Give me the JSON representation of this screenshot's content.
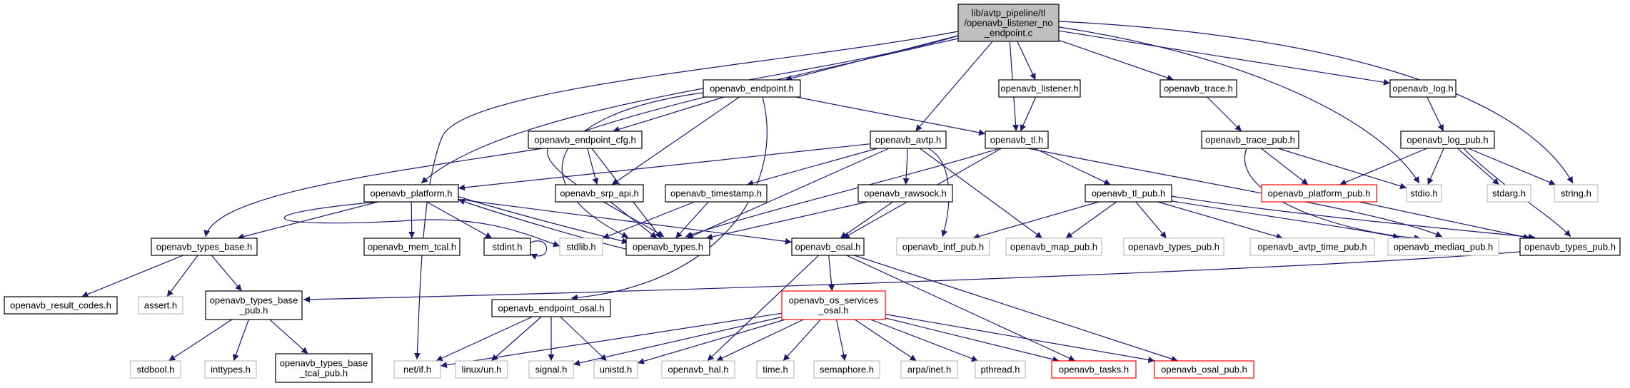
{
  "title": "lib/avtp_pipeline/tl/openavb_listener_no_endpoint.c",
  "colors": {
    "edge": "#191970",
    "focus_fill": "#bfbfbf",
    "border_documented": "#000000",
    "border_truncated": "#ff0000",
    "border_undocumented": "#bfbfbf",
    "text": "#000000"
  },
  "nodes": [
    {
      "id": "root",
      "lines": [
        "lib/avtp_pipeline/tl",
        "/openavb_listener_no",
        "_endpoint.c"
      ],
      "style": "focus"
    },
    {
      "id": "endpoint",
      "lines": [
        "openavb_endpoint.h"
      ],
      "style": "documented"
    },
    {
      "id": "listener",
      "lines": [
        "openavb_listener.h"
      ],
      "style": "documented"
    },
    {
      "id": "trace",
      "lines": [
        "openavb_trace.h"
      ],
      "style": "documented"
    },
    {
      "id": "log",
      "lines": [
        "openavb_log.h"
      ],
      "style": "documented"
    },
    {
      "id": "endpoint_cfg",
      "lines": [
        "openavb_endpoint_cfg.h"
      ],
      "style": "documented"
    },
    {
      "id": "avtp",
      "lines": [
        "openavb_avtp.h"
      ],
      "style": "documented"
    },
    {
      "id": "tl",
      "lines": [
        "openavb_tl.h"
      ],
      "style": "documented"
    },
    {
      "id": "trace_pub",
      "lines": [
        "openavb_trace_pub.h"
      ],
      "style": "documented"
    },
    {
      "id": "log_pub",
      "lines": [
        "openavb_log_pub.h"
      ],
      "style": "documented"
    },
    {
      "id": "platform",
      "lines": [
        "openavb_platform.h"
      ],
      "style": "documented"
    },
    {
      "id": "srp_api",
      "lines": [
        "openavb_srp_api.h"
      ],
      "style": "documented"
    },
    {
      "id": "timestamp",
      "lines": [
        "openavb_timestamp.h"
      ],
      "style": "documented"
    },
    {
      "id": "rawsock",
      "lines": [
        "openavb_rawsock.h"
      ],
      "style": "documented"
    },
    {
      "id": "tl_pub",
      "lines": [
        "openavb_tl_pub.h"
      ],
      "style": "documented"
    },
    {
      "id": "platform_pub",
      "lines": [
        "openavb_platform_pub.h"
      ],
      "style": "truncated"
    },
    {
      "id": "stdio",
      "lines": [
        "stdio.h"
      ],
      "style": "undocumented"
    },
    {
      "id": "stdarg",
      "lines": [
        "stdarg.h"
      ],
      "style": "undocumented"
    },
    {
      "id": "string",
      "lines": [
        "string.h"
      ],
      "style": "undocumented"
    },
    {
      "id": "types_base",
      "lines": [
        "openavb_types_base.h"
      ],
      "style": "documented"
    },
    {
      "id": "mem_tcal",
      "lines": [
        "openavb_mem_tcal.h"
      ],
      "style": "documented"
    },
    {
      "id": "stdint",
      "lines": [
        "stdint.h"
      ],
      "style": "documented"
    },
    {
      "id": "stdlib",
      "lines": [
        "stdlib.h"
      ],
      "style": "undocumented"
    },
    {
      "id": "types",
      "lines": [
        "openavb_types.h"
      ],
      "style": "documented"
    },
    {
      "id": "osal",
      "lines": [
        "openavb_osal.h"
      ],
      "style": "documented"
    },
    {
      "id": "intf_pub",
      "lines": [
        "openavb_intf_pub.h"
      ],
      "style": "undocumented"
    },
    {
      "id": "map_pub",
      "lines": [
        "openavb_map_pub.h"
      ],
      "style": "undocumented"
    },
    {
      "id": "types_pub_u",
      "lines": [
        "openavb_types_pub.h"
      ],
      "style": "undocumented"
    },
    {
      "id": "avtp_time_pub",
      "lines": [
        "openavb_avtp_time_pub.h"
      ],
      "style": "undocumented"
    },
    {
      "id": "mediaq_pub",
      "lines": [
        "openavb_mediaq_pub.h"
      ],
      "style": "undocumented"
    },
    {
      "id": "types_pub",
      "lines": [
        "openavb_types_pub.h"
      ],
      "style": "documented"
    },
    {
      "id": "result_codes",
      "lines": [
        "openavb_result_codes.h"
      ],
      "style": "documented"
    },
    {
      "id": "assert",
      "lines": [
        "assert.h"
      ],
      "style": "undocumented"
    },
    {
      "id": "types_base_pub",
      "lines": [
        "openavb_types_base",
        "_pub.h"
      ],
      "style": "documented"
    },
    {
      "id": "endpoint_osal",
      "lines": [
        "openavb_endpoint_osal.h"
      ],
      "style": "documented"
    },
    {
      "id": "os_services_osal",
      "lines": [
        "openavb_os_services",
        "_osal.h"
      ],
      "style": "truncated"
    },
    {
      "id": "stdbool",
      "lines": [
        "stdbool.h"
      ],
      "style": "undocumented"
    },
    {
      "id": "inttypes",
      "lines": [
        "inttypes.h"
      ],
      "style": "undocumented"
    },
    {
      "id": "types_base_tcal_pub",
      "lines": [
        "openavb_types_base",
        "_tcal_pub.h"
      ],
      "style": "documented"
    },
    {
      "id": "net_if",
      "lines": [
        "net/if.h"
      ],
      "style": "undocumented"
    },
    {
      "id": "linux_un",
      "lines": [
        "linux/un.h"
      ],
      "style": "undocumented"
    },
    {
      "id": "signal",
      "lines": [
        "signal.h"
      ],
      "style": "undocumented"
    },
    {
      "id": "unistd",
      "lines": [
        "unistd.h"
      ],
      "style": "undocumented"
    },
    {
      "id": "hal",
      "lines": [
        "openavb_hal.h"
      ],
      "style": "undocumented"
    },
    {
      "id": "time",
      "lines": [
        "time.h"
      ],
      "style": "undocumented"
    },
    {
      "id": "semaphore",
      "lines": [
        "semaphore.h"
      ],
      "style": "undocumented"
    },
    {
      "id": "arpa_inet",
      "lines": [
        "arpa/inet.h"
      ],
      "style": "undocumented"
    },
    {
      "id": "pthread",
      "lines": [
        "pthread.h"
      ],
      "style": "undocumented"
    },
    {
      "id": "tasks",
      "lines": [
        "openavb_tasks.h"
      ],
      "style": "truncated"
    },
    {
      "id": "osal_pub",
      "lines": [
        "openavb_osal_pub.h"
      ],
      "style": "truncated"
    }
  ],
  "edges": [
    [
      "root",
      "endpoint"
    ],
    [
      "root",
      "listener"
    ],
    [
      "root",
      "trace"
    ],
    [
      "root",
      "log"
    ],
    [
      "root",
      "string"
    ],
    [
      "root",
      "avtp"
    ],
    [
      "root",
      "tl"
    ],
    [
      "root",
      "platform"
    ],
    [
      "root",
      "types"
    ],
    [
      "root",
      "net_if"
    ],
    [
      "root",
      "stdio"
    ],
    [
      "endpoint",
      "endpoint_cfg"
    ],
    [
      "endpoint",
      "srp_api"
    ],
    [
      "endpoint",
      "tl"
    ],
    [
      "endpoint",
      "types"
    ],
    [
      "endpoint",
      "endpoint_osal"
    ],
    [
      "listener",
      "tl"
    ],
    [
      "trace",
      "trace_pub"
    ],
    [
      "log",
      "log_pub"
    ],
    [
      "endpoint_cfg",
      "srp_api"
    ],
    [
      "endpoint_cfg",
      "types"
    ],
    [
      "endpoint_cfg",
      "types_base"
    ],
    [
      "avtp",
      "platform"
    ],
    [
      "avtp",
      "timestamp"
    ],
    [
      "avtp",
      "rawsock"
    ],
    [
      "avtp",
      "intf_pub"
    ],
    [
      "avtp",
      "map_pub"
    ],
    [
      "avtp",
      "types"
    ],
    [
      "tl",
      "tl_pub"
    ],
    [
      "tl",
      "osal"
    ],
    [
      "tl",
      "types"
    ],
    [
      "tl",
      "mediaq_pub"
    ],
    [
      "trace_pub",
      "platform_pub"
    ],
    [
      "trace_pub",
      "stdio"
    ],
    [
      "trace_pub",
      "mediaq_pub"
    ],
    [
      "log_pub",
      "platform_pub"
    ],
    [
      "log_pub",
      "stdio"
    ],
    [
      "log_pub",
      "stdarg"
    ],
    [
      "log_pub",
      "string"
    ],
    [
      "log_pub",
      "types_pub"
    ],
    [
      "platform",
      "types_base"
    ],
    [
      "platform",
      "mem_tcal"
    ],
    [
      "platform",
      "stdint"
    ],
    [
      "platform",
      "types"
    ],
    [
      "platform",
      "osal"
    ],
    [
      "platform",
      "stdlib"
    ],
    [
      "srp_api",
      "types"
    ],
    [
      "timestamp",
      "types"
    ],
    [
      "timestamp",
      "stdlib"
    ],
    [
      "rawsock",
      "osal"
    ],
    [
      "rawsock",
      "types"
    ],
    [
      "tl_pub",
      "intf_pub"
    ],
    [
      "tl_pub",
      "map_pub"
    ],
    [
      "tl_pub",
      "types_pub_u"
    ],
    [
      "tl_pub",
      "avtp_time_pub"
    ],
    [
      "tl_pub",
      "mediaq_pub"
    ],
    [
      "tl_pub",
      "types_pub"
    ],
    [
      "platform_pub",
      "types_pub"
    ],
    [
      "types_base",
      "result_codes"
    ],
    [
      "types_base",
      "assert"
    ],
    [
      "types_base",
      "types_base_pub"
    ],
    [
      "stdint",
      "stdint"
    ],
    [
      "types",
      "platform"
    ],
    [
      "osal",
      "os_services_osal"
    ],
    [
      "osal",
      "hal"
    ],
    [
      "osal",
      "tasks"
    ],
    [
      "osal",
      "osal_pub"
    ],
    [
      "types_pub",
      "types_base_pub"
    ],
    [
      "types_base_pub",
      "stdbool"
    ],
    [
      "types_base_pub",
      "inttypes"
    ],
    [
      "types_base_pub",
      "types_base_tcal_pub"
    ],
    [
      "endpoint_osal",
      "net_if"
    ],
    [
      "endpoint_osal",
      "linux_un"
    ],
    [
      "endpoint_osal",
      "signal"
    ],
    [
      "endpoint_osal",
      "unistd"
    ],
    [
      "os_services_osal",
      "net_if"
    ],
    [
      "os_services_osal",
      "signal"
    ],
    [
      "os_services_osal",
      "unistd"
    ],
    [
      "os_services_osal",
      "hal"
    ],
    [
      "os_services_osal",
      "time"
    ],
    [
      "os_services_osal",
      "semaphore"
    ],
    [
      "os_services_osal",
      "arpa_inet"
    ],
    [
      "os_services_osal",
      "pthread"
    ],
    [
      "os_services_osal",
      "tasks"
    ],
    [
      "os_services_osal",
      "osal_pub"
    ]
  ]
}
